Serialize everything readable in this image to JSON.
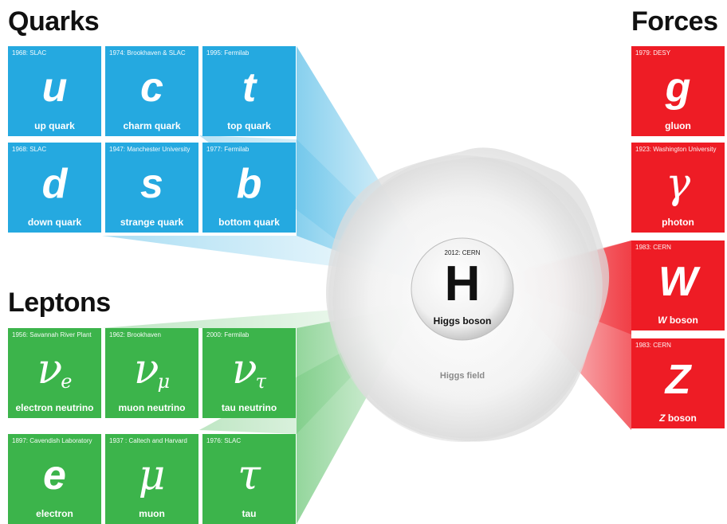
{
  "headings": {
    "quarks": "Quarks",
    "leptons": "Leptons",
    "forces": "Forces"
  },
  "colors": {
    "quark": "#25a9e0",
    "lepton": "#3cb44b",
    "force": "#ee1c25"
  },
  "quarks": [
    {
      "discovery": "1968: SLAC",
      "symbol": "u",
      "name": "up quark"
    },
    {
      "discovery": "1974: Brookhaven & SLAC",
      "symbol": "c",
      "name": "charm quark"
    },
    {
      "discovery": "1995: Fermilab",
      "symbol": "t",
      "name": "top quark"
    },
    {
      "discovery": "1968: SLAC",
      "symbol": "d",
      "name": "down quark"
    },
    {
      "discovery": "1947: Manchester University",
      "symbol": "s",
      "name": "strange quark"
    },
    {
      "discovery": "1977: Fermilab",
      "symbol": "b",
      "name": "bottom quark"
    }
  ],
  "leptons": [
    {
      "discovery": "1956: Savannah River Plant",
      "symbol": "ν",
      "sub": "e",
      "name": "electron neutrino"
    },
    {
      "discovery": "1962: Brookhaven",
      "symbol": "ν",
      "sub": "μ",
      "name": "muon neutrino"
    },
    {
      "discovery": "2000: Fermilab",
      "symbol": "ν",
      "sub": "τ",
      "name": "tau neutrino"
    },
    {
      "discovery": "1897: Cavendish Laboratory",
      "symbol": "e",
      "name": "electron"
    },
    {
      "discovery": "1937 : Caltech and Harvard",
      "symbol": "μ",
      "name": "muon"
    },
    {
      "discovery": "1976: SLAC",
      "symbol": "τ",
      "name": "tau"
    }
  ],
  "forces": [
    {
      "discovery": "1979: DESY",
      "symbol": "g",
      "name": "gluon"
    },
    {
      "discovery": "1923: Washington University",
      "symbol": "γ",
      "name": "photon"
    },
    {
      "discovery": "1983: CERN",
      "symbol": "W",
      "name_sym": "W",
      "name": " boson"
    },
    {
      "discovery": "1983: CERN",
      "symbol": "Z",
      "name_sym": "Z",
      "name": " boson"
    }
  ],
  "higgs": {
    "discovery": "2012: CERN",
    "symbol": "H",
    "name": "Higgs boson",
    "field_label": "Higgs field"
  }
}
